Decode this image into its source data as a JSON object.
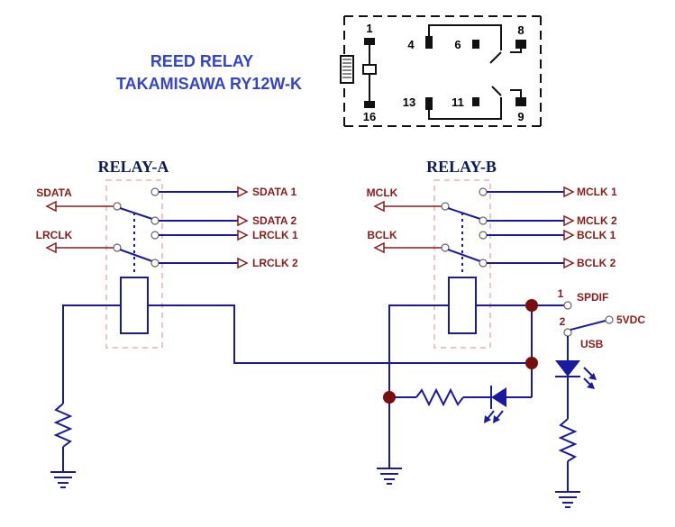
{
  "title": {
    "line1": "REED RELAY",
    "line2": "TAKAMISAWA RY12W-K"
  },
  "pinout": {
    "pins": [
      "1",
      "16",
      "4",
      "6",
      "8",
      "13",
      "11",
      "9"
    ]
  },
  "relay_a": {
    "label": "RELAY-A",
    "inputs": [
      "SDATA",
      "LRCLK"
    ],
    "outputs": [
      "SDATA 1",
      "SDATA 2",
      "LRCLK 1",
      "LRCLK 2"
    ]
  },
  "relay_b": {
    "label": "RELAY-B",
    "inputs": [
      "MCLK",
      "BCLK"
    ],
    "outputs": [
      "MCLK 1",
      "MCLK 2",
      "BCLK 1",
      "BCLK 2"
    ]
  },
  "selector": {
    "pin1": "1",
    "pin2": "2",
    "spdif": "SPDIF",
    "vdc": "5VDC",
    "usb": "USB"
  },
  "colors": {
    "wire": "#1a1aa0",
    "signal": "#8b1a1a",
    "title": "#3344cc",
    "relay_label": "#0a1a5a",
    "junction": "#7a0d0d"
  }
}
